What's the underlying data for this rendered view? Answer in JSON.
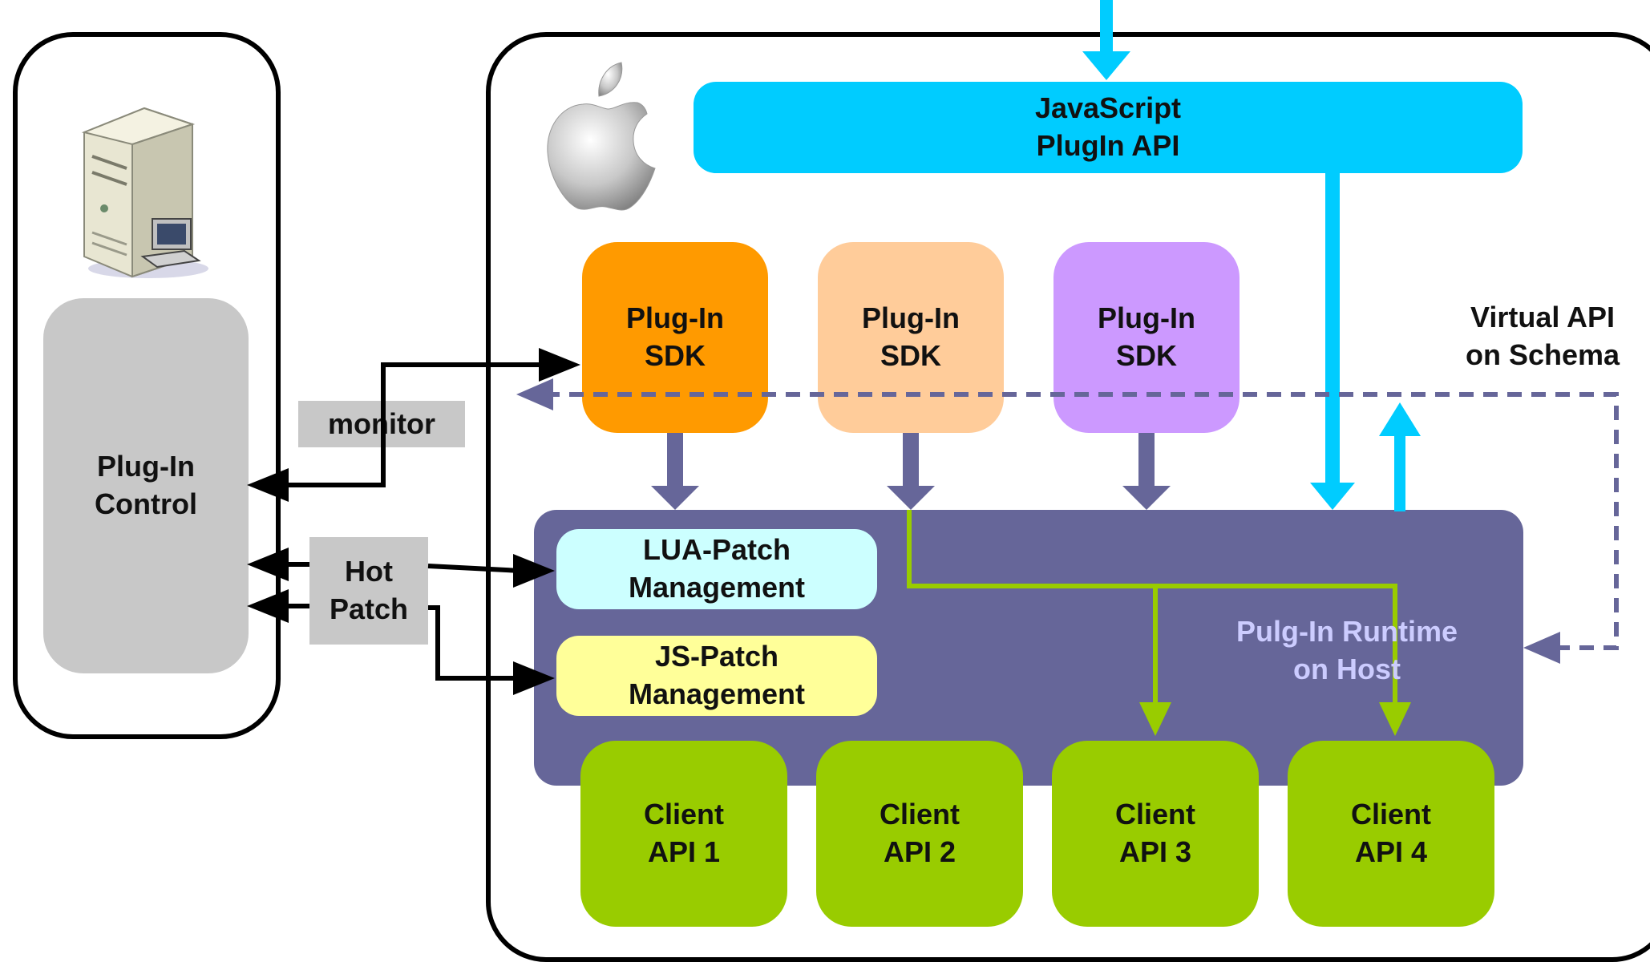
{
  "js_api": {
    "line1": "JavaScript",
    "line2": "PlugIn API"
  },
  "sdks": [
    {
      "line1": "Plug-In",
      "line2": "SDK",
      "color": "#FF9A00"
    },
    {
      "line1": "Plug-In",
      "line2": "SDK",
      "color": "#FFCC9A"
    },
    {
      "line1": "Plug-In",
      "line2": "SDK",
      "color": "#CC99FF"
    }
  ],
  "virtual_api": {
    "line1": "Virtual API",
    "line2": "on Schema"
  },
  "control": {
    "line1": "Plug-In",
    "line2": "Control"
  },
  "monitor_label": "monitor",
  "hot_patch": {
    "line1": "Hot",
    "line2": "Patch"
  },
  "lua_patch": {
    "line1": "LUA-Patch",
    "line2": "Management"
  },
  "js_patch": {
    "line1": "JS-Patch",
    "line2": "Management"
  },
  "runtime": {
    "line1": "Pulg-In Runtime",
    "line2": "on Host"
  },
  "clients": [
    {
      "line1": "Client",
      "line2": "API 1"
    },
    {
      "line1": "Client",
      "line2": "API 2"
    },
    {
      "line1": "Client",
      "line2": "API 3"
    },
    {
      "line1": "Client",
      "line2": "API 4"
    }
  ],
  "colors": {
    "cyan": "#00CCFF",
    "runtime": "#666699",
    "client_green": "#99CC00",
    "lua_bg": "#CCFFFF",
    "js_bg": "#FFFF99",
    "control_gray": "#C8C8C8",
    "arrow_dark": "#666699"
  },
  "icons": {
    "server": "server-computer-icon",
    "apple": "apple-logo-icon"
  }
}
